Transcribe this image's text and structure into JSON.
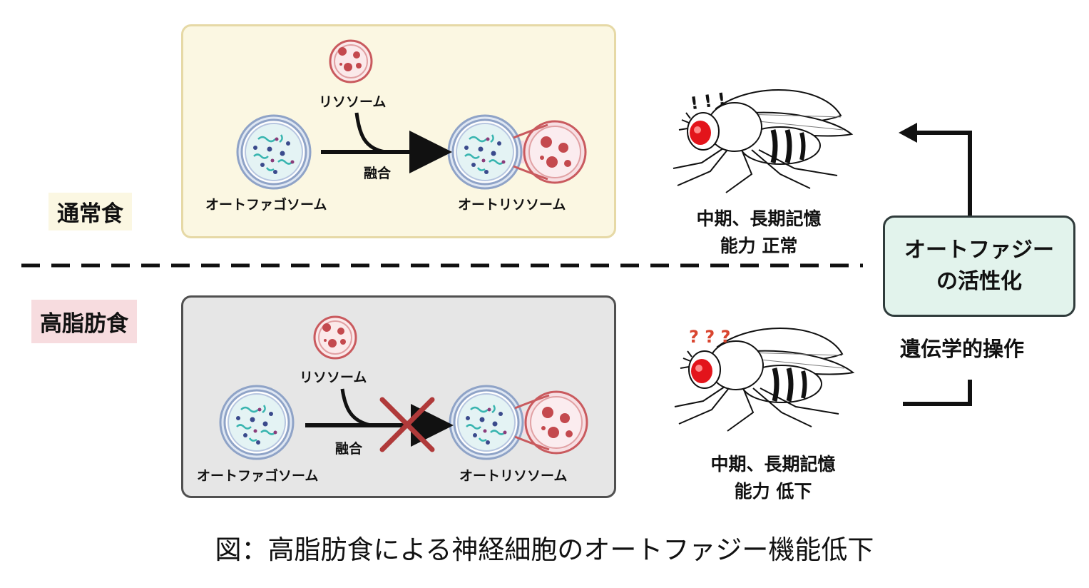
{
  "diets": {
    "normal": "通常食",
    "high_fat": "高脂肪食"
  },
  "organelles": {
    "lysosome": "リソソーム",
    "autophagosome": "オートファゴソーム",
    "autolysosome": "オートリソソーム",
    "fusion": "融合"
  },
  "memory": {
    "normal_line1": "中期、長期記憶",
    "normal_line2": "能力 正常",
    "impaired_line1": "中期、長期記憶",
    "impaired_line2": "能力 低下"
  },
  "fly_marks": {
    "alert": "! ! !",
    "confused": "? ? ?"
  },
  "intervention": {
    "box_line1": "オートファジー",
    "box_line2": "の活性化",
    "genetic": "遺伝学的操作"
  },
  "caption": "図：高脂肪食による神経細胞のオートファジー機能低下",
  "colors": {
    "normal_panel_bg": "#fbf7e2",
    "hfd_panel_bg": "#e6e6e6",
    "hfd_label_bg": "#f7dcdf",
    "activation_bg": "#e2f3ec",
    "lysosome_red": "#c95a5e",
    "autophagosome_blue": "#8fa3c7",
    "cross_red": "#b03a3a",
    "fly_eye": "#e3141b",
    "confused_mark": "#d9452f"
  }
}
